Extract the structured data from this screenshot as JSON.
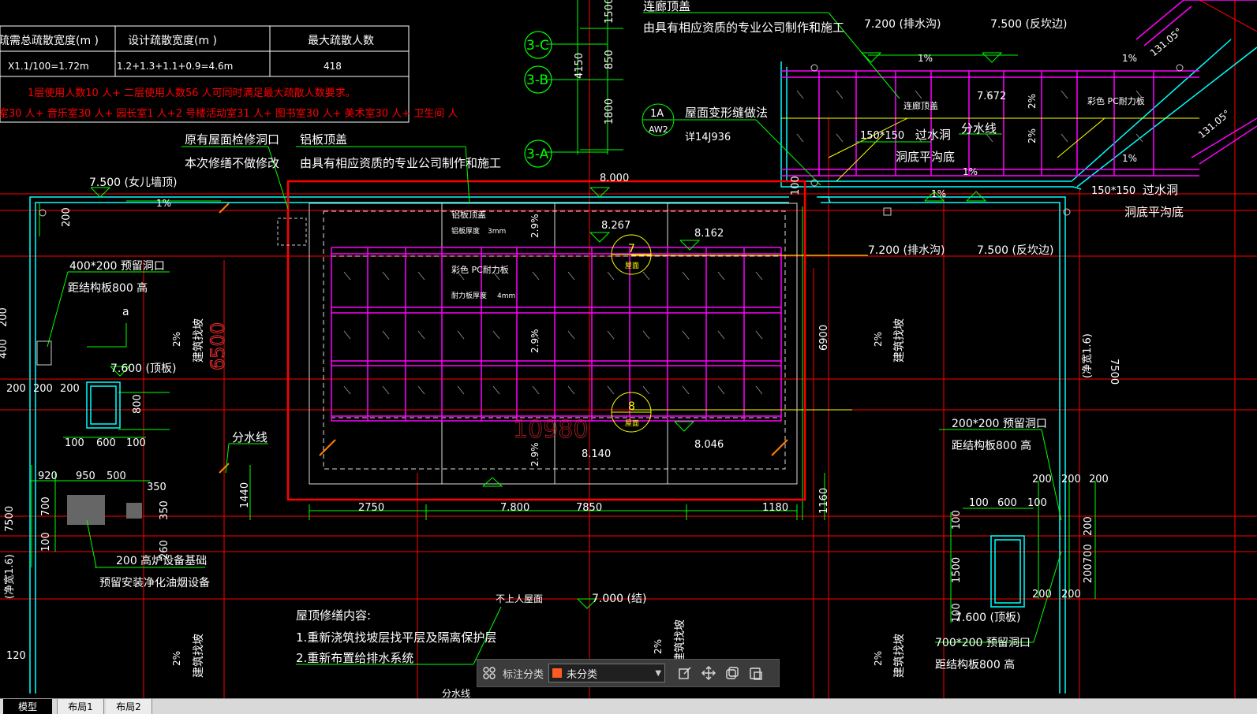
{
  "table": {
    "headers": [
      "疏需总疏散宽度(m )",
      "设计疏散宽度(m )",
      "最大疏散人数"
    ],
    "row": [
      "X1.1/100=1.72m",
      "1.2+1.3+1.1+0.9=4.6m",
      "418"
    ],
    "note1": "1层使用人数10  人+ 二层使用人数56  人可同时满足最大疏散人数要求。",
    "note2": "室30 人+ 音乐室30 人+ 园长室1 人+2 号楼活动室31 人+ 图书室30 人+ 美术室30 人+ 卫生间 人"
  },
  "labels": {
    "corridor_top": "连廊顶盖",
    "made_by_top": "由具有相应资质的专业公司制作和施工",
    "grid_3c": "3-C",
    "grid_3b": "3-B",
    "grid_3a": "3-A",
    "dim_1500": "1500",
    "dim_850": "850",
    "dim_4150": "4150",
    "dim_1800": "1800",
    "elev_7200_trench": "7.200  (排水沟)",
    "elev_7500_slope": "7.500  (反坎边)",
    "pct1_a": "1%",
    "pct1_b": "1%",
    "pct1_c": "1%",
    "pct1_d": "1%",
    "pct1_e": "1%",
    "pct1_f": "1%",
    "pct1_g": "1%",
    "angle_1": "131.05°",
    "angle_2": "131.05°",
    "corridor_mid": "连廊顶盖",
    "elev_7672": "7.672",
    "pct2_a": "2%",
    "pct2_b": "2%",
    "color_pc_a": "彩色  PC耐力板",
    "ref_1a": "1A",
    "ref_aw2": "AW2",
    "roof_joint": "屋面变形缝做法",
    "detail_ref": "详14J936",
    "hole_150": "150*150",
    "overflow": "过水洞",
    "divide_line": "分水线",
    "hole_bottom": "洞底平沟底",
    "hole_150_r": "150*150",
    "overflow_r": "过水洞",
    "hole_bottom_r": "洞底平沟底",
    "existing_hatch": "原有屋面检修洞口",
    "no_change": "本次修缮不做修改",
    "al_cover": "铝板顶盖",
    "made_by_mid": "由具有相应资质的专业公司制作和施工",
    "elev_7500_parapet": "7.500  (女儿墙顶)",
    "pct_parapet": "1%",
    "dim_200": "200",
    "dim_8000": "8.000",
    "dim_100_right": "100",
    "inner_al": "铝板顶盖",
    "inner_al_thk": "铝板厚度",
    "inner_3mm": "3mm",
    "inner_pct29_a": "2.9%",
    "elev_8267": "8.267",
    "elev_8162": "8.162",
    "circle_7": "7",
    "circle_7_sub": "屋面",
    "elev_7200_trench_r": "7.200  (排水沟)",
    "elev_7500_slope_r": "7.500  (反坎边)",
    "inner_color_pc": "彩色  PC耐力板",
    "inner_pc_thk": "耐力板厚度",
    "inner_4mm": "4mm",
    "hole_400": "400*200   预留洞口",
    "hole_400_dist": "距结构板800  高",
    "left_a": "a",
    "left_200": "200",
    "left_2pct": "2%",
    "build_slope": "建筑找坡",
    "dim_6500": "6500",
    "inner_pct29_b": "2.9%",
    "dim_6900": "6900",
    "right_2pct": "2%",
    "right_build_slope": "建筑找坡",
    "dim_7500_right": "7500",
    "gutter_right": "(净宽1.6)",
    "elev_7600_top": "7.600   (顶板)",
    "left_200b": "200",
    "left_200c": "200",
    "left_200d": "200",
    "left_400": "400",
    "dim_800": "800",
    "left_100a": "100",
    "left_600": "600",
    "left_100b": "100",
    "circle_8": "8",
    "circle_8_sub": "屋面",
    "dim_10980": "10980",
    "elev_8046": "8.046",
    "elev_8140": "8.140",
    "inner_pct29_c": "2.9%",
    "divide_line_left": "分水线",
    "hole_200r": "200*200   预留洞口",
    "hole_200r_dist": "距结构板800  高",
    "r_200a": "200",
    "r_200b": "200",
    "r_200c": "200",
    "r_100a": "100",
    "r_600": "600",
    "r_100b": "100",
    "r_200d": "200",
    "r_200e": "200",
    "r_700": "700",
    "r_100c": "100",
    "r_1500": "1500",
    "r_100d": "100",
    "r_200f": "200",
    "r_200g": "200",
    "elev_7600_r": "7.600   (顶板)",
    "hole_700": "700*200   预留洞口",
    "hole_700_dist": "距结构板800  高",
    "r_2pct_b": "2%",
    "r_build_slope_b": "建筑找坡",
    "d_920": "920",
    "d_950": "950",
    "d_500": "500",
    "d_350": "350",
    "d_700": "700",
    "d_350b": "350",
    "d_1440": "1440",
    "d_2750": "2750",
    "d_7800": "7.800",
    "d_7850": "7850",
    "d_1180": "1180",
    "d_1160": "1160",
    "l_7500": "7500",
    "l_gutter": "(净宽1.6)",
    "l_100": "100",
    "l_260": "260",
    "equip_base": "200   高炉设备基础",
    "equip_reserve": "预留安装净化油烟设备",
    "no_access": "不上人屋面",
    "elev_7000": "7.000   (结)",
    "repair_title": "屋顶修缮内容:",
    "repair_1": "1.重新浇筑找坡层找平层及隔离保护层",
    "repair_2": "2.重新布置给排水系统",
    "b_2pct": "2%",
    "b_build_slope": "建筑找坡",
    "c_2pct": "2%",
    "c_build_slope": "建筑找坡",
    "l_120": "120",
    "bottom_divide": "分水线"
  },
  "toolbar": {
    "label": "标注分类",
    "selected": "未分类",
    "swatch_color": "#ff5a1f",
    "icons": [
      "grid-icon",
      "edit-icon",
      "move-icon",
      "copy-icon",
      "paste-icon"
    ]
  },
  "tabs": [
    "模型",
    "布局1",
    "布局2"
  ],
  "colors": {
    "background": "#000000",
    "red": "#ff0000",
    "green": "#00ff00",
    "cyan": "#00ffff",
    "magenta": "#ff00ff",
    "yellow": "#ffff00",
    "white": "#ffffff"
  }
}
